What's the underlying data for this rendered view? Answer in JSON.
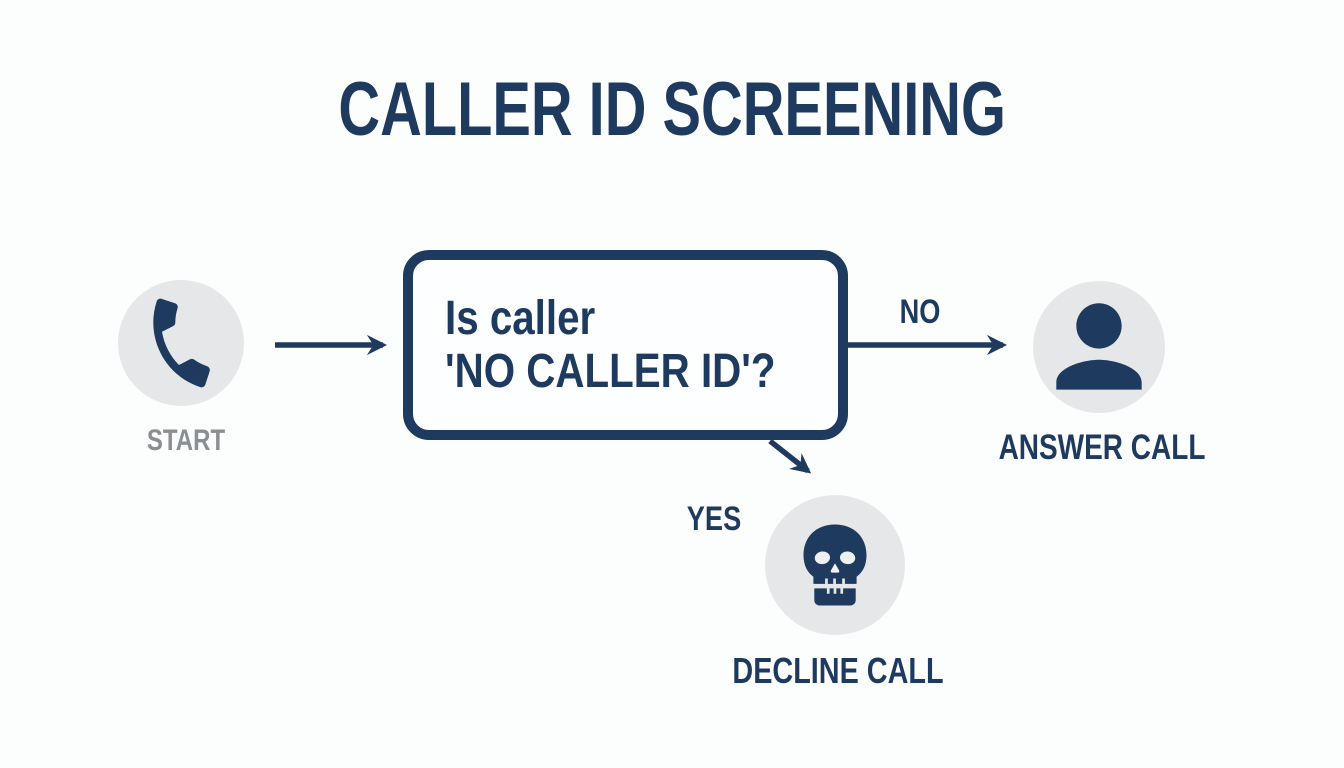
{
  "title": "CALLER ID SCREENING",
  "flow": {
    "start": {
      "label": "START",
      "icon": "phone-icon"
    },
    "decision": {
      "question_line1": "Is caller",
      "question_line2": "'NO CALLER ID'?"
    },
    "no_branch": {
      "edge_label": "NO",
      "outcome_label": "ANSWER CALL",
      "icon": "person-icon"
    },
    "yes_branch": {
      "edge_label": "YES",
      "outcome_label": "DECLINE CALL",
      "icon": "skull-icon"
    }
  },
  "colors": {
    "navy": "#1e3a5f",
    "circle_gray": "#e5e7e9",
    "start_gray": "#8b8e92",
    "bg": "#fcfdfd"
  }
}
